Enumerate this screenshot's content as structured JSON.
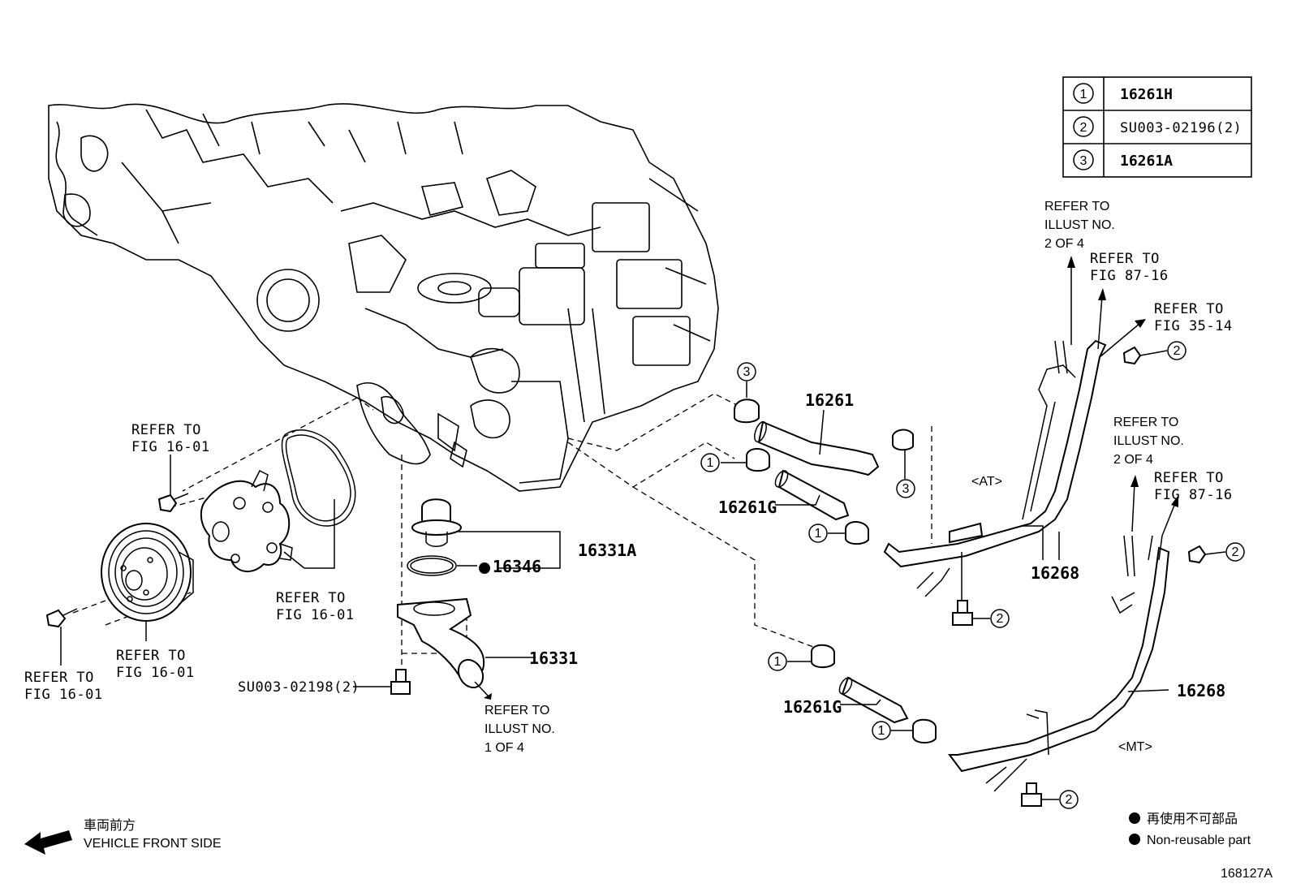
{
  "legend_table": [
    {
      "num": "1",
      "part": "16261H"
    },
    {
      "num": "2",
      "part": "SU003-02196(2)"
    },
    {
      "num": "3",
      "part": "16261A"
    }
  ],
  "callout_numbers": {
    "one": "1",
    "two": "2",
    "three": "3"
  },
  "labels": {
    "p16261": "16261",
    "p16261g_at": "16261G",
    "p16261g_mt": "16261G",
    "p16268_at": "16268",
    "p16268_mt": "16268",
    "p16331a": "16331A",
    "p16346": "16346",
    "p16331": "16331",
    "su_bolt": "SU003-02198(2)",
    "at": "<AT>",
    "mt": "<MT>"
  },
  "refs": {
    "refer_to": "REFER TO",
    "illust_no": "ILLUST NO.",
    "fig_16_01": "FIG 16-01",
    "fig_87_16": "FIG 87-16",
    "fig_35_14": "FIG 35-14",
    "illust_2_of_4": "2 OF 4",
    "illust_1_of_4": "1 OF 4"
  },
  "footer": {
    "front_jp": "車両前方",
    "front_en": "VEHICLE FRONT SIDE",
    "nonreuse_jp": "再使用不可部品",
    "nonreuse_en": "Non-reusable part",
    "diagram_id": "168127A"
  },
  "colors": {
    "line": "#000000",
    "background": "#ffffff"
  }
}
